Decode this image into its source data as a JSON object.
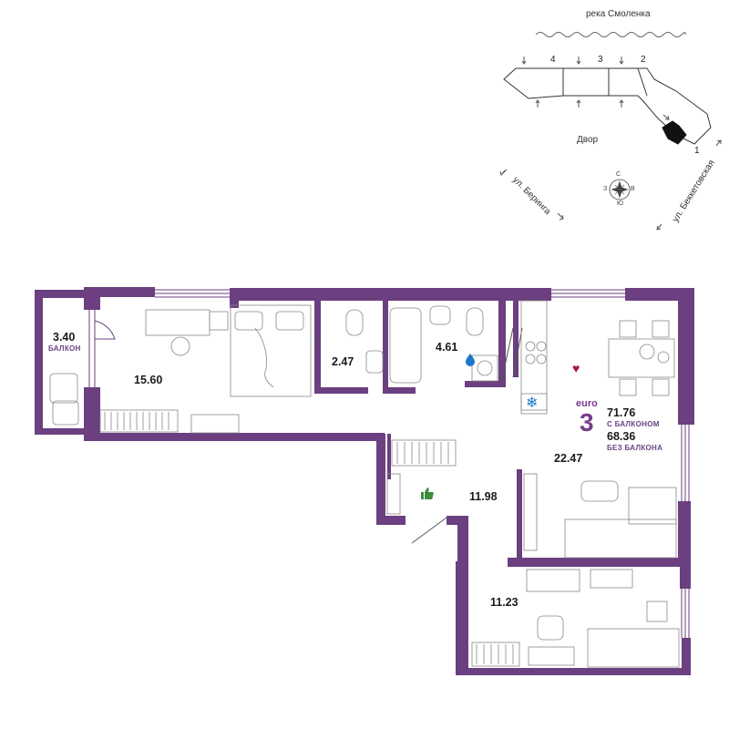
{
  "colors": {
    "wall": "#6b3f80",
    "accent": "#7a3d8c",
    "heart": "#b0153c",
    "thumb": "#3e8c3a",
    "drop": "#1c76c8"
  },
  "site": {
    "river": "река Смоленка",
    "courtyard": "Двор",
    "street_left": "ул. Беринга",
    "street_right": "ул. Беккетовская",
    "sections": [
      "4",
      "3",
      "2",
      "1"
    ],
    "compass": {
      "n": "С",
      "s": "Ю",
      "w": "З",
      "e": "В"
    }
  },
  "rooms": {
    "balcony": {
      "area": "3.40",
      "label": "БАЛКОН"
    },
    "bedroom1": {
      "area": "15.60"
    },
    "bathroom1": {
      "area": "2.47"
    },
    "bathroom2": {
      "area": "4.61"
    },
    "living": {
      "area": "22.47"
    },
    "hall": {
      "area": "11.98"
    },
    "bedroom2": {
      "area": "11.23"
    }
  },
  "apartment": {
    "type_label": "euro",
    "rooms_count": "3",
    "area_with_balcony": "71.76",
    "with_balcony_label": "С БАЛКОНОМ",
    "area_without_balcony": "68.36",
    "without_balcony_label": "БЕЗ БАЛКОНА"
  },
  "icons": [
    "heart-icon",
    "thumbs-up-icon",
    "water-drop-icon",
    "snowflake-icon",
    "compass-rose-icon"
  ]
}
